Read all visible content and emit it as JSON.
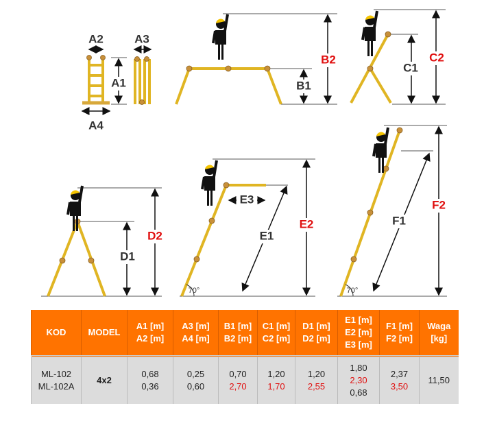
{
  "labels": {
    "A1": "A1",
    "A2": "A2",
    "A3": "A3",
    "A4": "A4",
    "B1": "B1",
    "B2": "B2",
    "C1": "C1",
    "C2": "C2",
    "D1": "D1",
    "D2": "D2",
    "E1": "E1",
    "E2": "E2",
    "E3": "E3",
    "F1": "F1",
    "F2": "F2",
    "angle": "70°"
  },
  "colors": {
    "ladder": "#e0b523",
    "hinge": "#c8903a",
    "header": "#ff7300",
    "highlight": "#e01010"
  },
  "table": {
    "headers": [
      [
        "KOD"
      ],
      [
        "MODEL"
      ],
      [
        "A1 [m]",
        "A2 [m]"
      ],
      [
        "A3 [m]",
        "A4 [m]"
      ],
      [
        "B1 [m]",
        "B2 [m]"
      ],
      [
        "C1 [m]",
        "C2 [m]"
      ],
      [
        "D1 [m]",
        "D2 [m]"
      ],
      [
        "E1 [m]",
        "E2 [m]",
        "E3 [m]"
      ],
      [
        "F1 [m]",
        "F2 [m]"
      ],
      [
        "Waga",
        "[kg]"
      ]
    ],
    "row": {
      "kod": [
        "ML-102",
        "ML-102A"
      ],
      "model": "4x2",
      "a": [
        "0,68",
        "0,36"
      ],
      "a34": [
        "0,25",
        "0,60"
      ],
      "b": [
        "0,70",
        "2,70"
      ],
      "c": [
        "1,20",
        "1,70"
      ],
      "d": [
        "1,20",
        "2,55"
      ],
      "e": [
        "1,80",
        "2,30",
        "0,68"
      ],
      "f": [
        "2,37",
        "3,50"
      ],
      "waga": "11,50"
    }
  }
}
